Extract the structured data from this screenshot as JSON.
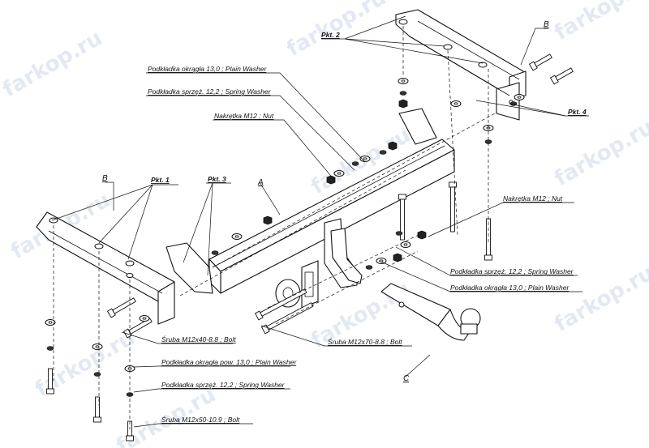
{
  "watermark": {
    "text": "farkop.ru",
    "color": "#2f5f9e"
  },
  "part_letters": {
    "a": "A",
    "b_left": "B",
    "b_right": "B",
    "c": "C"
  },
  "points": {
    "pkt1": "Pkt. 1",
    "pkt2": "Pkt. 2",
    "pkt3": "Pkt. 3",
    "pkt4": "Pkt. 4"
  },
  "labels": {
    "plain_washer_top": "Podkładka okrągła 13,0 ; Plain Washer",
    "spring_washer_top": "Podkładka sprzęż. 12,2 ; Spring Washer",
    "nut_top": "Nakrętka  M12 ; Nut",
    "nut_right": "Nakrętka  M12 ; Nut",
    "spring_washer_right": "Podkładka sprzęż. 12,2 ; Spring Washer",
    "plain_washer_right": "Podkładka okrągła 13,0 ; Plain Washer",
    "bolt_m12x70": "Śruba M12x70-8.8 ;  Bolt",
    "bolt_m12x40": "Śruba M12x40-8.8 ;  Bolt",
    "plain_washer_bottom": "Podkładka okrągła pow. 13,0 ; Plain Washer",
    "spring_washer_bottom": "Podkładka sprzęż. 12,2 ; Spring Washer",
    "bolt_m12x50": "Śruba M12x50-10.9 ;  Bolt"
  }
}
